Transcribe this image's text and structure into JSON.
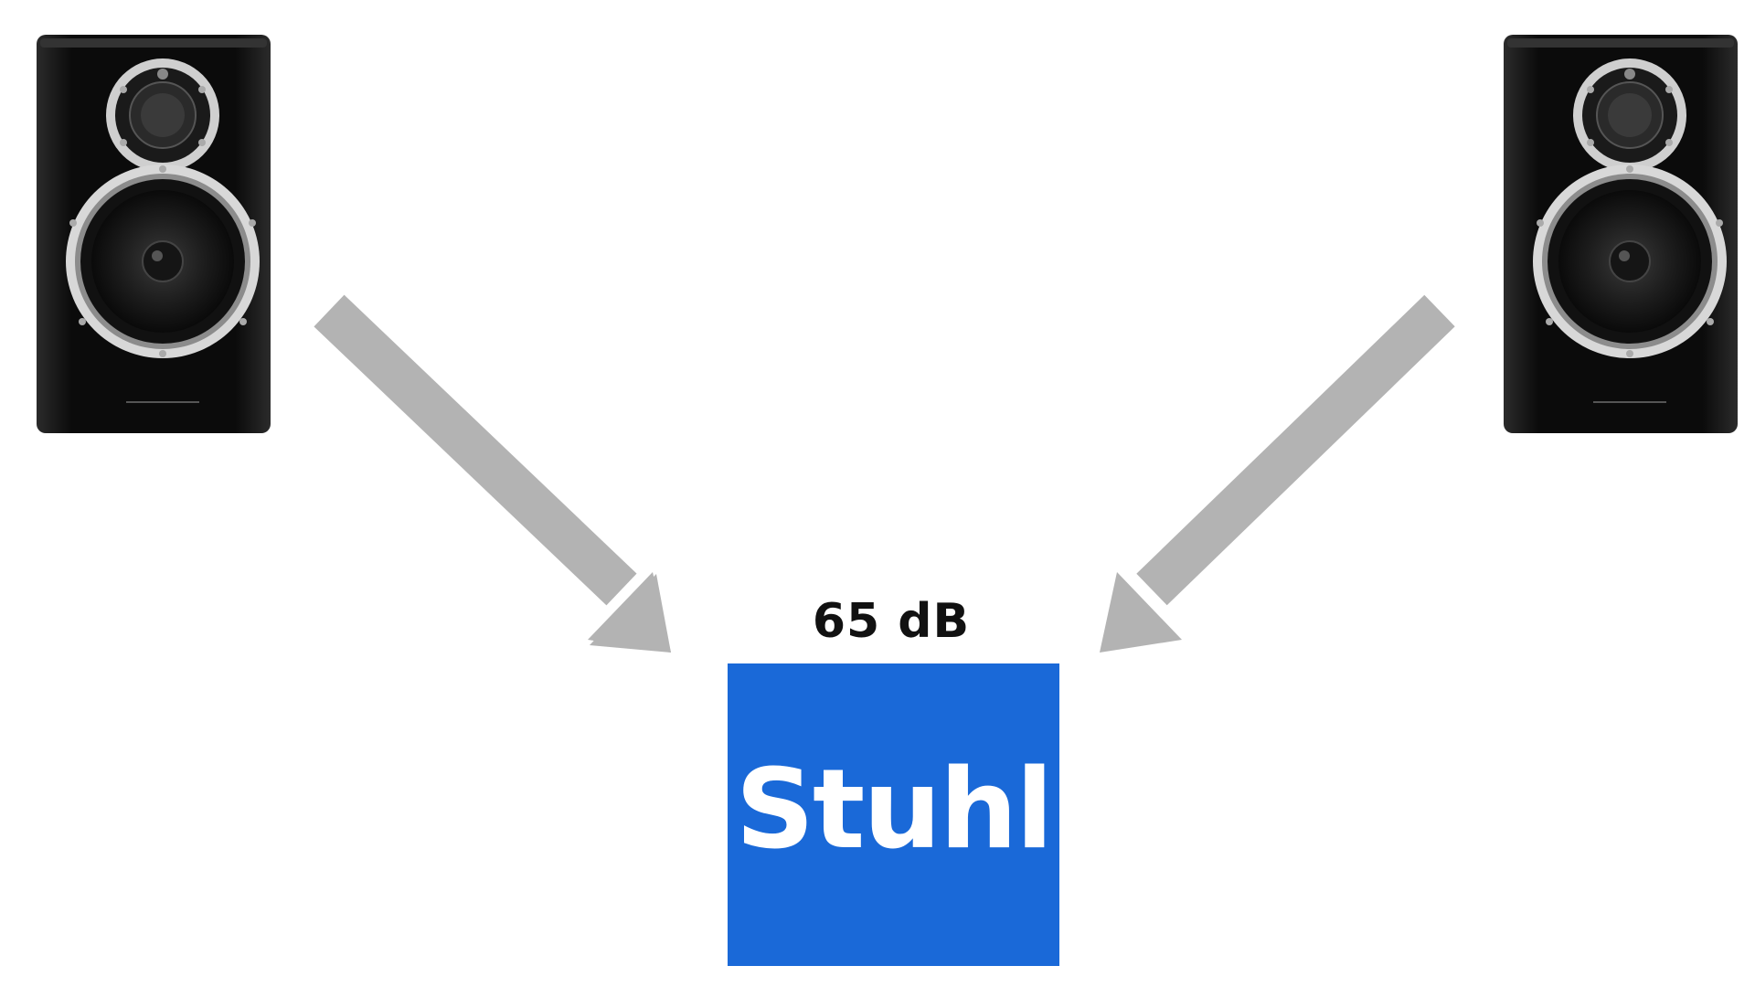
{
  "diagram": {
    "level_label": "65 dB",
    "chair_label": "Stuhl",
    "colors": {
      "arrow": "#b3b3b3",
      "chair_box": "#1a69d8",
      "chair_text": "#ffffff",
      "level_text": "#111111",
      "speaker_body": "#0d0d0d",
      "speaker_trim": "#c8c8c8"
    },
    "icons": [
      "speaker-left-icon",
      "speaker-right-icon",
      "arrow-left-to-chair",
      "arrow-right-to-chair"
    ]
  }
}
